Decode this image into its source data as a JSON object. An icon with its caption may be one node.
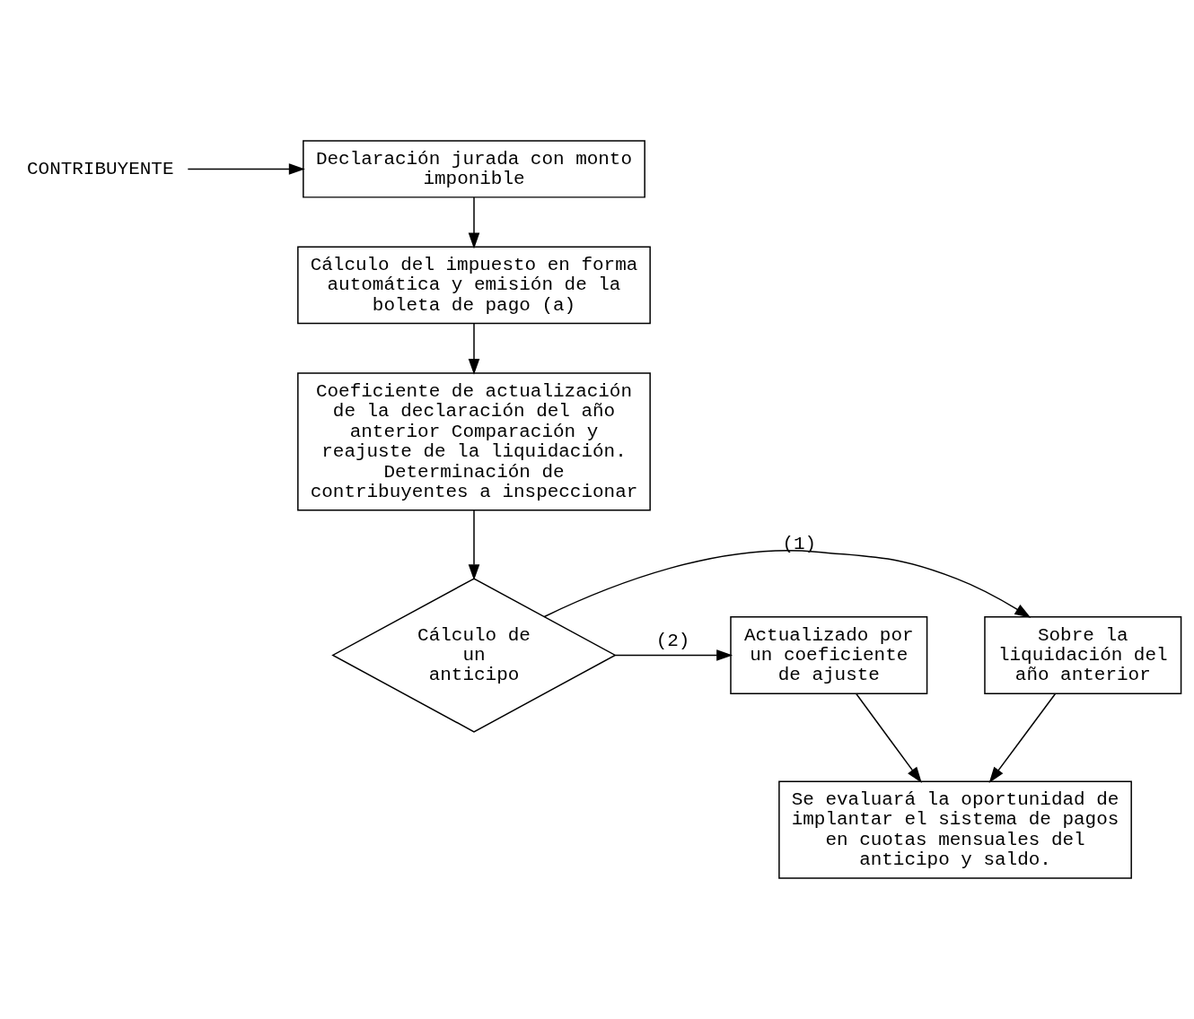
{
  "diagram": {
    "nodes": [
      {
        "text": [
          "CONTRIBUYENTE"
        ]
      },
      {
        "text": [
          "Declaración jurada con monto imponible"
        ]
      },
      {
        "text": [
          "Cálculo del impuesto en forma automática y emisión de la boleta de pago (a)"
        ]
      },
      {
        "text": [
          "Coeficiente de actualización de la declaración del año anterior Comparación y reajuste de la liquidación. Determinación de contribuyentes a inspeccionar"
        ]
      },
      {
        "text": [
          "Cálculo de un anticipo"
        ]
      },
      {
        "text": [
          "Sobre la liquidación del año anterior"
        ]
      },
      {
        "text": [
          "Actualizado por un coeficiente de ajuste"
        ]
      },
      {
        "text": [
          "Se evaluará la oportunidad de implantar el sistema de pagos en cuotas mensuales del anticipo y saldo."
        ]
      }
    ],
    "edges": [
      {
        "from": 0,
        "to": 1,
        "arrow": "to"
      },
      {
        "from": 1,
        "to": 2,
        "arrow": "to"
      },
      {
        "from": 2,
        "to": 3,
        "arrow": "to"
      },
      {
        "from": 3,
        "to": 4,
        "arrow": "to"
      },
      {
        "from": 4,
        "to": 5,
        "arrow": "to",
        "label": "(1)"
      },
      {
        "from": 4,
        "to": 6,
        "arrow": "to",
        "label": "(2)"
      },
      {
        "from": 5,
        "to": 7,
        "arrow": "to"
      },
      {
        "from": 6,
        "to": 7,
        "arrow": "to"
      }
    ]
  }
}
